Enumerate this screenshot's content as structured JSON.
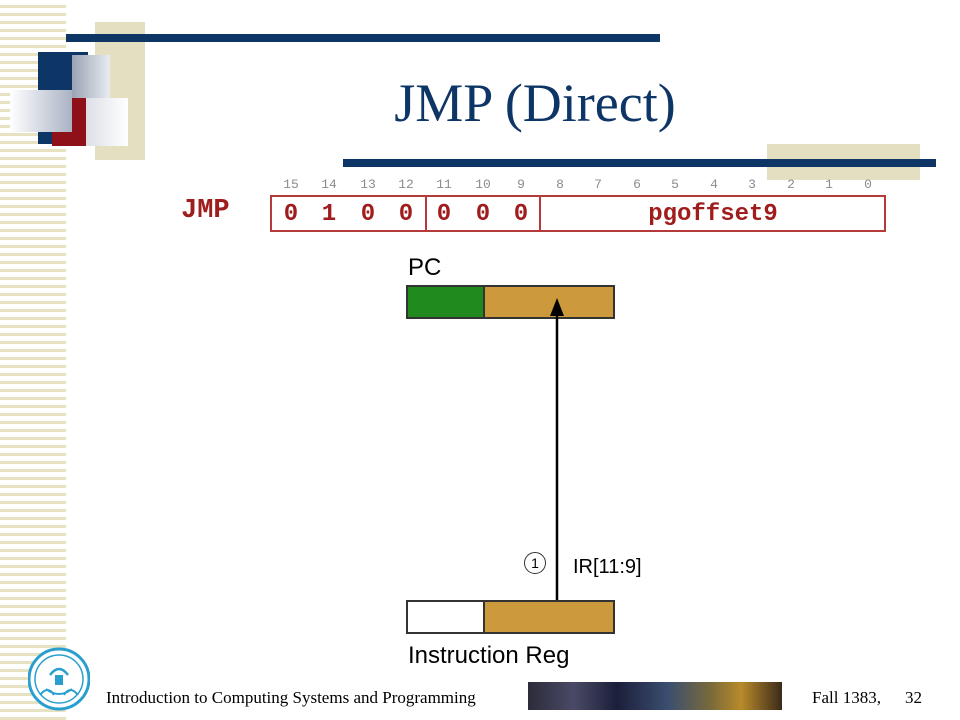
{
  "slide": {
    "title": "JMP (Direct)",
    "instruction": {
      "mnemonic": "JMP",
      "bit_numbers": [
        "15",
        "14",
        "13",
        "12",
        "11",
        "10",
        "9",
        "8",
        "7",
        "6",
        "5",
        "4",
        "3",
        "2",
        "1",
        "0"
      ],
      "opcode_bits": [
        "0",
        "1",
        "0",
        "0"
      ],
      "field_bits": [
        "0",
        "0",
        "0"
      ],
      "offset_label": "pgoffset9"
    },
    "diagram": {
      "pc_label": "PC",
      "ir_label": "Instruction Reg",
      "ir_field_label": "IR[11:9]",
      "step_number": "1"
    },
    "colors": {
      "title": "#0d3566",
      "instruction_text": "#a01d1d",
      "pc_high_segment": "#218a1e",
      "register_field": "#cc9a3c",
      "bar": "#0d3566"
    }
  },
  "footer": {
    "course": "Introduction to Computing Systems and Programming",
    "term": "Fall 1383,",
    "page": "32",
    "logo_icon": "university-logo-icon"
  }
}
